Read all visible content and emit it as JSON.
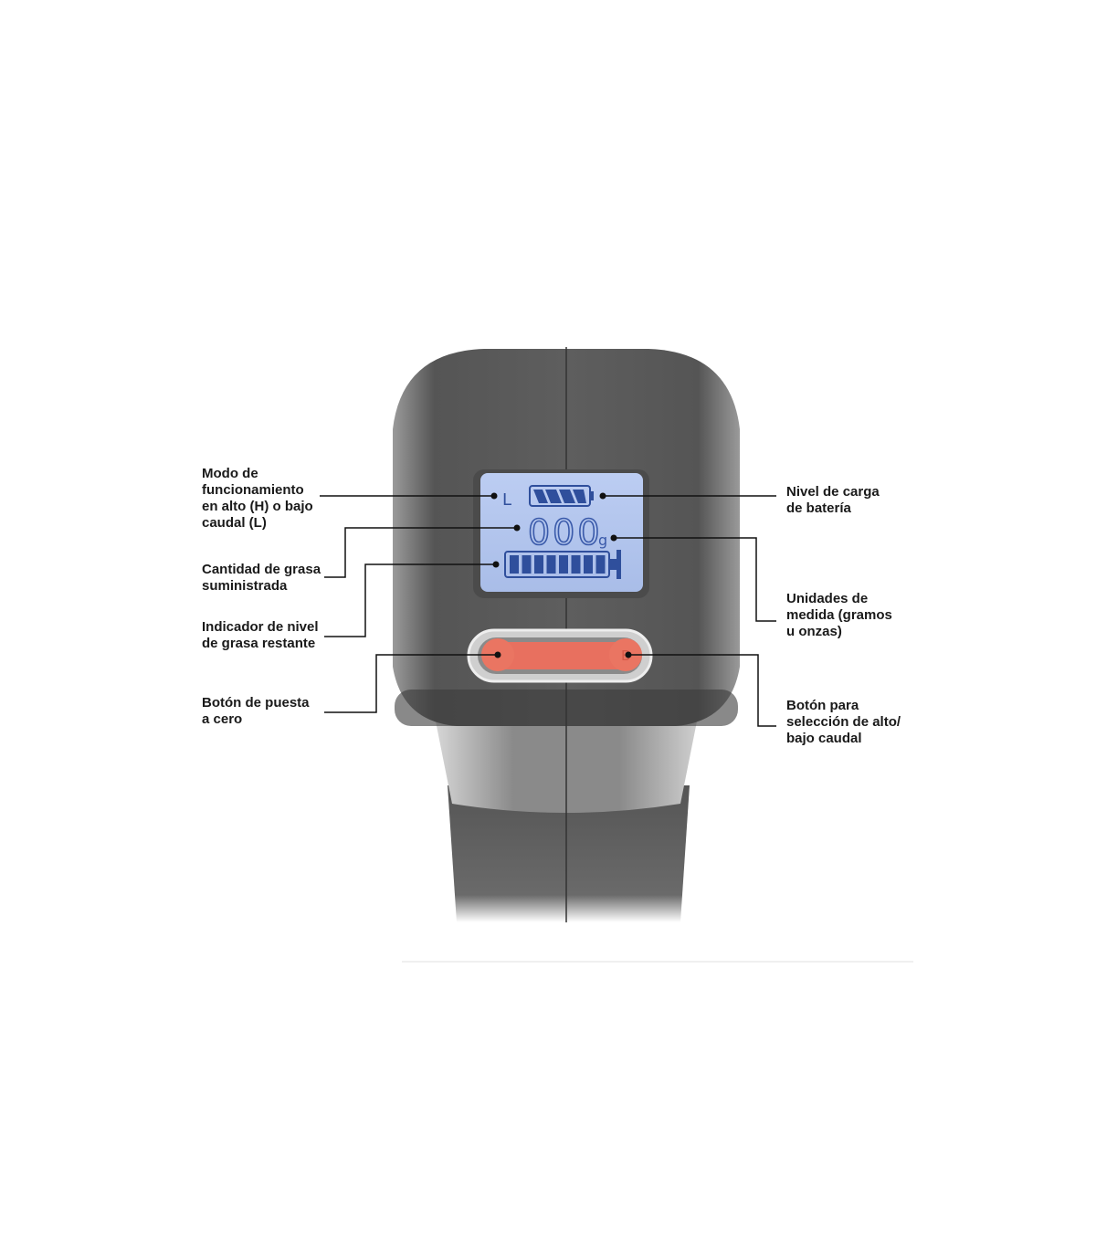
{
  "labels": {
    "mode": "Modo de\nfuncionamiento\nen alto (H) o bajo\ncaudal (L)",
    "quantity": "Cantidad de grasa\nsuministrada",
    "grease_level": "Indicador de nivel\nde grasa restante",
    "reset_button": "Botón de puesta\na cero",
    "battery": "Nivel de carga\nde batería",
    "units": "Unidades de\nmedida (gramos\nu onzas)",
    "flow_button": "Botón para\nselección de alto/\nbajo caudal"
  },
  "lcd": {
    "mode": "L",
    "reading": "000",
    "unit": "g",
    "battery_level_fraction": 1.0,
    "grease_level_segments": 8,
    "grease_level_total": 8
  },
  "buttons": {
    "right_glyph": "B"
  },
  "colors": {
    "lcd_bg": "#b4c6ee",
    "lcd_ink": "#2f4f9c",
    "button": "#e8705f",
    "body": "#5b5b5b"
  }
}
